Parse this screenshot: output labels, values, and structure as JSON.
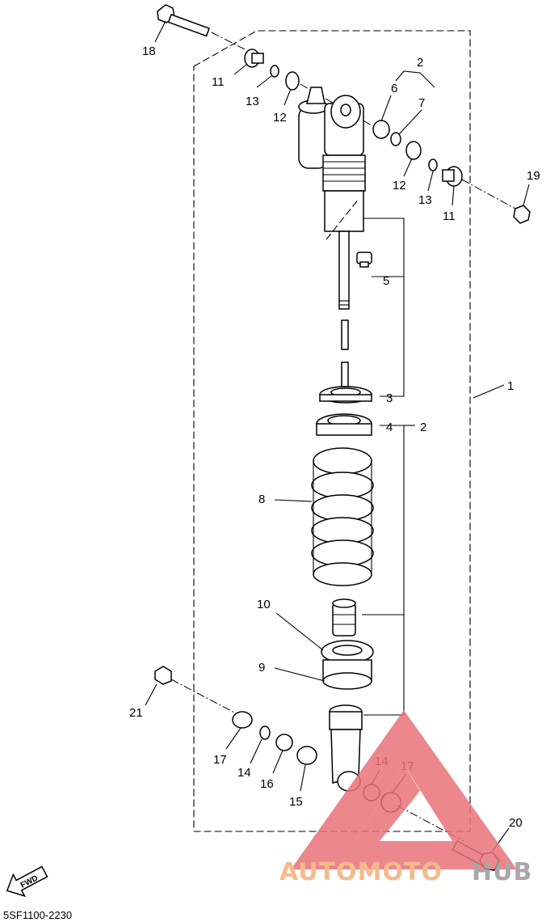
{
  "diagram": {
    "drawing_code": "5SF1100-2230",
    "fwd_label": "FWD",
    "callouts": [
      "1",
      "2",
      "2",
      "3",
      "4",
      "5",
      "6",
      "7",
      "8",
      "9",
      "10",
      "11",
      "11",
      "12",
      "12",
      "13",
      "13",
      "14",
      "14",
      "15",
      "16",
      "17",
      "17",
      "18",
      "19",
      "20",
      "21"
    ]
  },
  "watermark": {
    "text_part1": "AUTOMOTO",
    "text_part2": "HUB",
    "color_primary": "#e8737a",
    "color_accent": "#f3b07a",
    "color_gray": "#9a9a9a"
  }
}
